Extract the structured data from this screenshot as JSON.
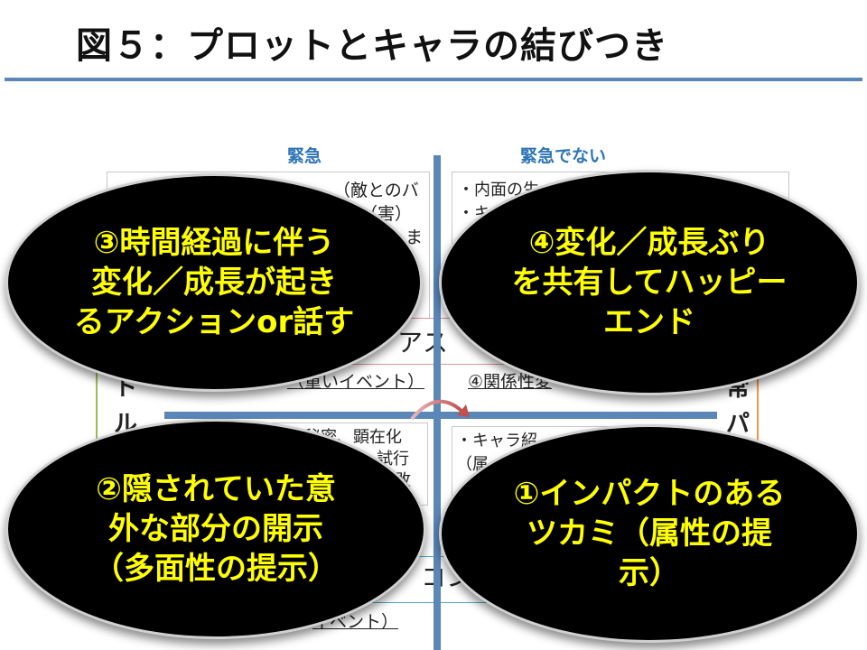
{
  "title": "図５：プロットとキャラの結びつき",
  "column_headers": {
    "urgent": "緊急",
    "not_urgent": "緊急でない"
  },
  "partial_text": {
    "q3_box": [
      "（敵とのバ",
      "（害）",
      "ま"
    ],
    "q4_box": [
      "・内面の生",
      "・キ",
      "（"
    ],
    "q2_box": [
      "・秘密、顕在化",
      "試行",
      "敗"
    ],
    "q1_box": [
      "・キャラ紹",
      "（属"
    ],
    "left_side": [
      "ト",
      "ル"
    ],
    "right_side": [
      "常",
      "パ"
    ],
    "middle_upper": "アス",
    "middle_lower": "コン",
    "upper_left_label": "（重いイベント）",
    "upper_right_label": "④関係性変",
    "bottom_label": "イベント）"
  },
  "bubbles": {
    "q3": "③時間経過に伴う\n変化／成長が起き\nるアクションor話す",
    "q4": "④変化／成長ぶり\nを共有してハッピー\nエンド",
    "q2": "②隠されていた意\n外な部分の開示\n（多面性の提示）",
    "q1": "①インパクトのある\nツカミ（属性の提\n示）"
  },
  "colors": {
    "axis": "#5a86b8",
    "header": "#2e75b6",
    "bubble_text": "#ffff00",
    "bubble_fill": "#000000",
    "arrow": "#c0504d"
  }
}
